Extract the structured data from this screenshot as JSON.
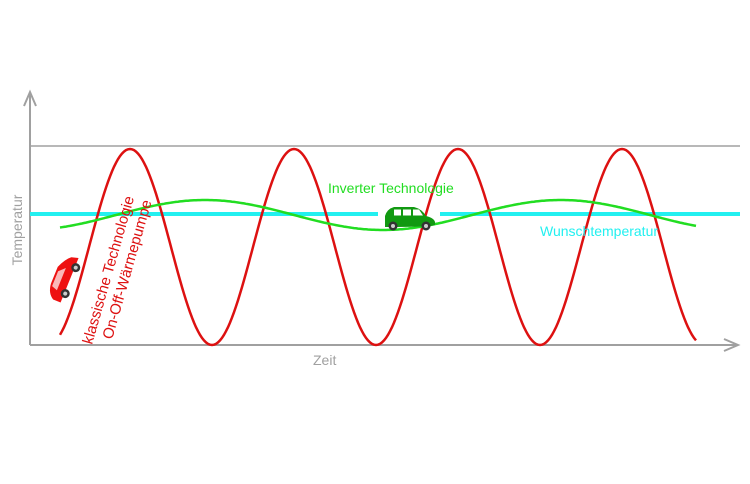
{
  "axes": {
    "y_label": "Temperatur",
    "x_label": "Zeit"
  },
  "labels": {
    "classic_line1": "klassische Technologie",
    "classic_line2": "On-Off-Wärmepumpe",
    "inverter": "Inverter Technologie",
    "target": "Wunschtemperatur"
  },
  "colors": {
    "axis": "#a0a0a0",
    "classic": "#dd1111",
    "inverter": "#22dd22",
    "target": "#22f0f0",
    "inverter_car": "#119911",
    "classic_car": "#ee1111"
  }
}
